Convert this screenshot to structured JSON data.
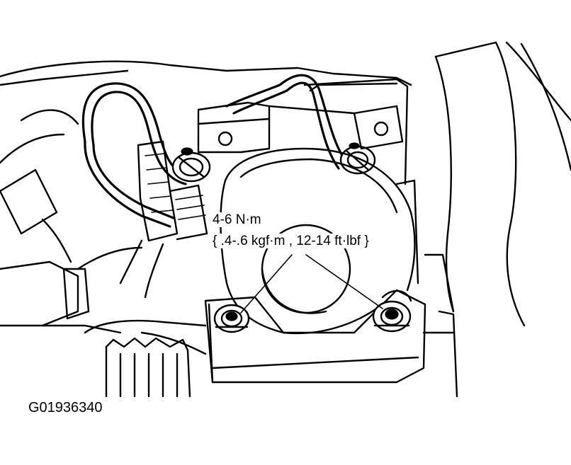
{
  "callout": {
    "torque_value": "4-6 N·m",
    "torque_conversions": "{ .4-.6 kgf·m , 12-14 ft·lbf }"
  },
  "figure": {
    "id": "G01936340"
  },
  "colors": {
    "ink": "#000000",
    "paper": "#ffffff"
  }
}
